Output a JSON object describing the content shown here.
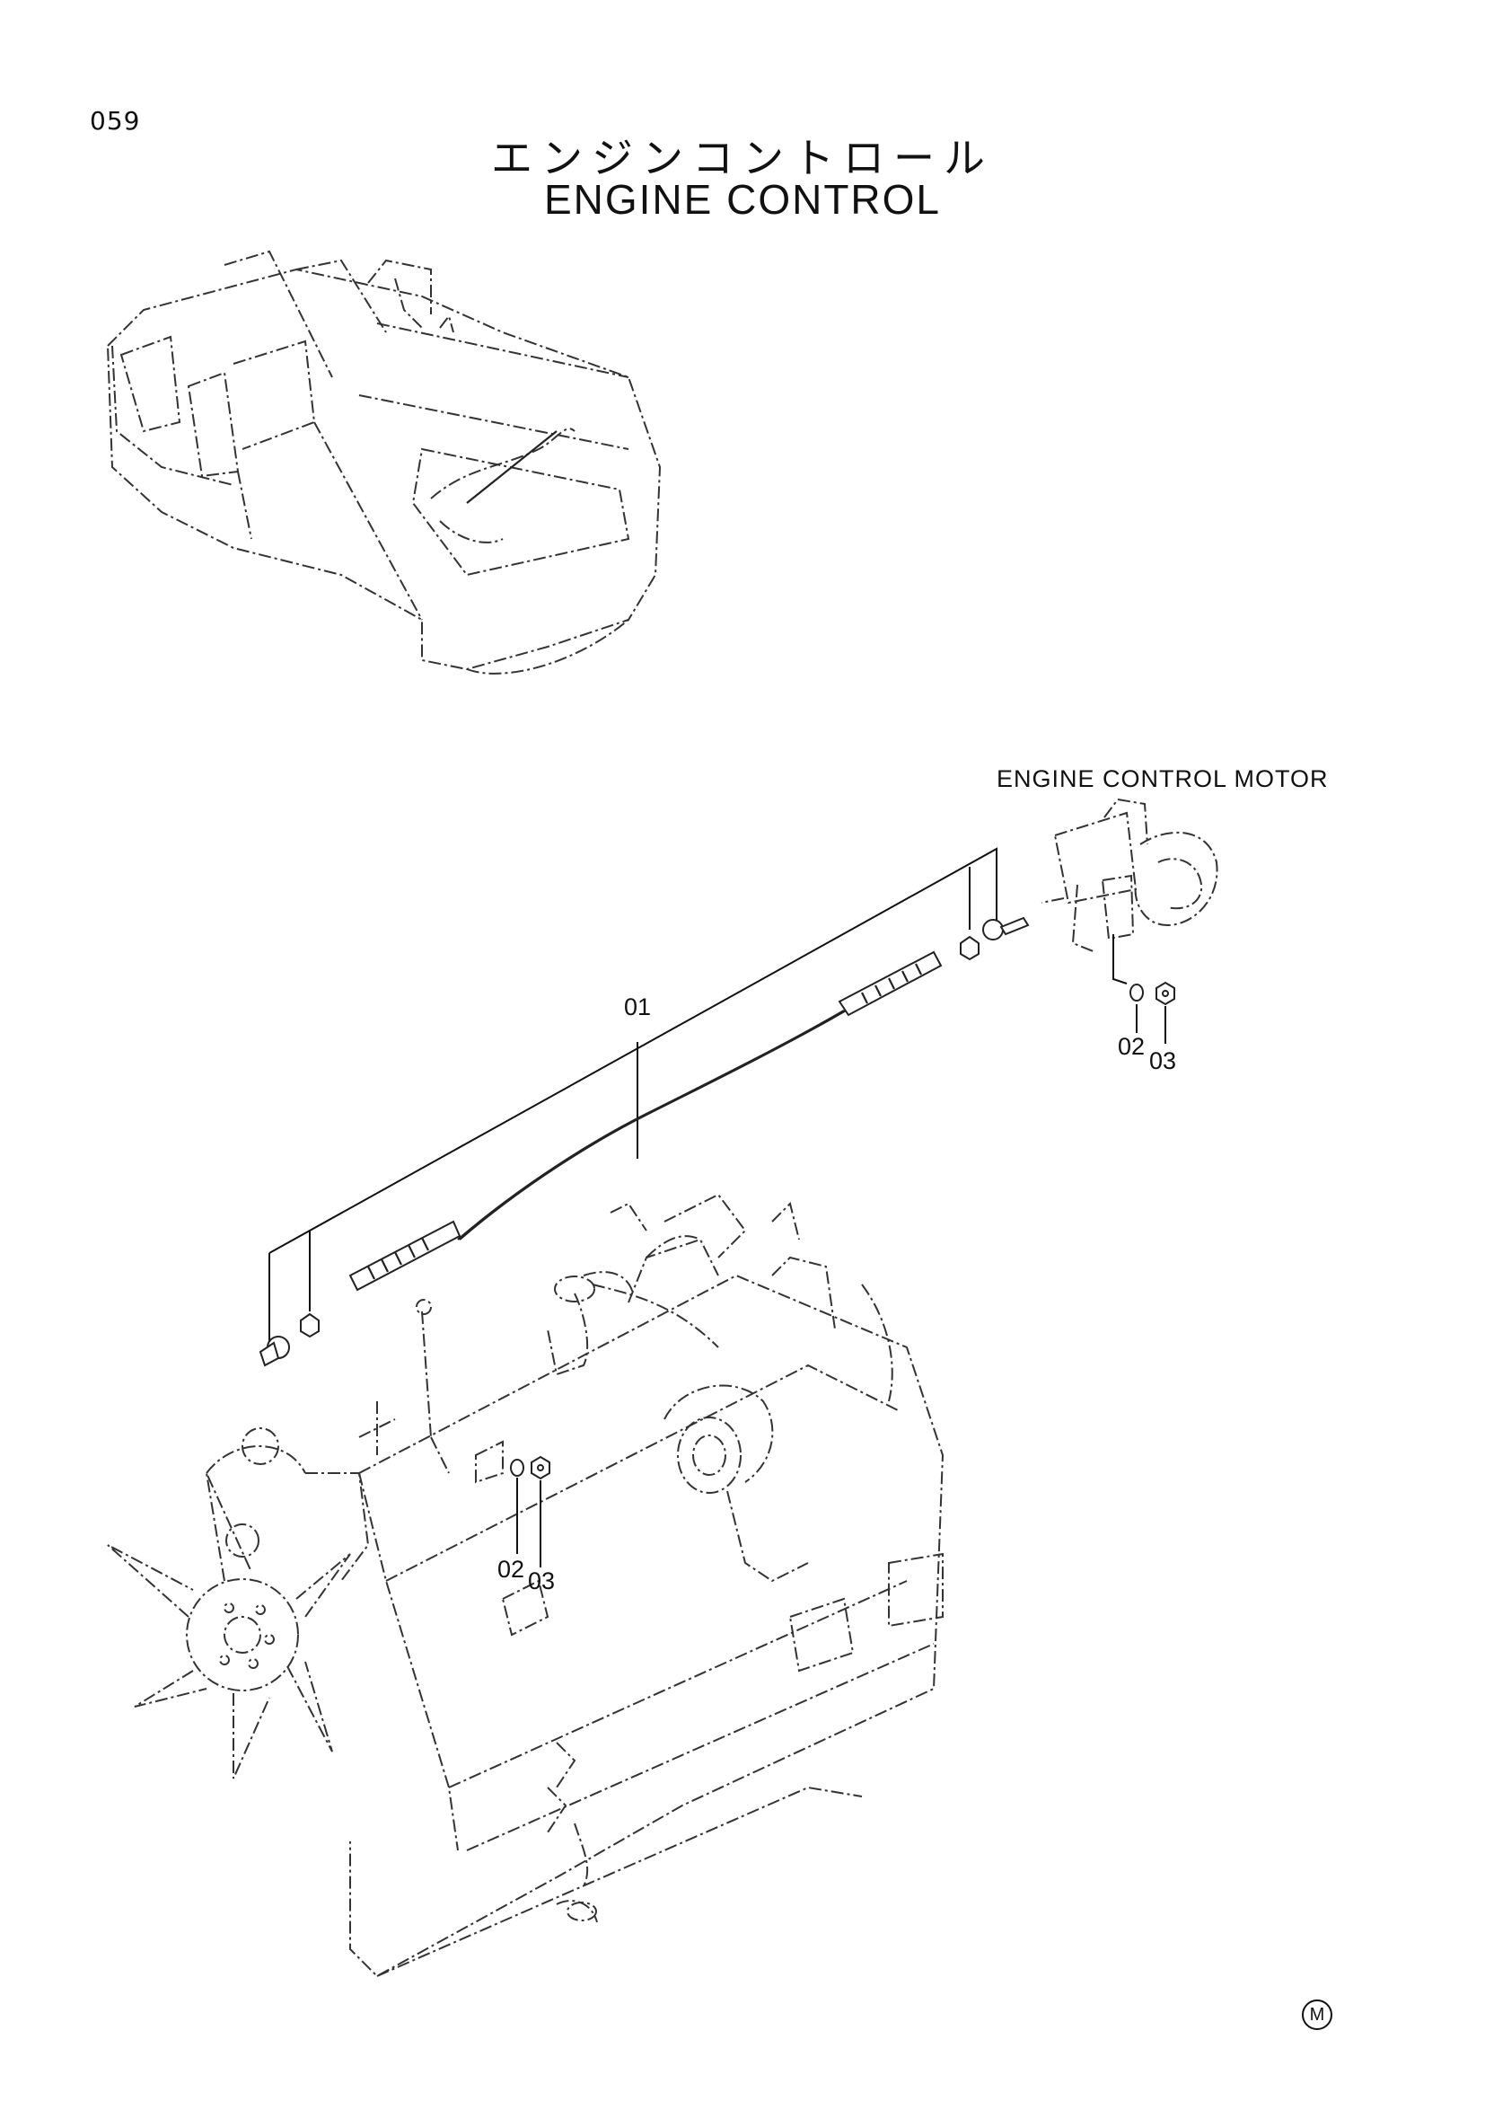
{
  "page": {
    "number": "059"
  },
  "title": {
    "japanese": "エンジンコントロール",
    "english": "ENGINE CONTROL"
  },
  "labels": {
    "motor": "ENGINE CONTROL MOTOR"
  },
  "callouts": {
    "cable": "01",
    "motor_washer": "02",
    "motor_nut": "03",
    "engine_washer": "02",
    "engine_nut": "03"
  },
  "footer": {
    "mark": "M"
  }
}
